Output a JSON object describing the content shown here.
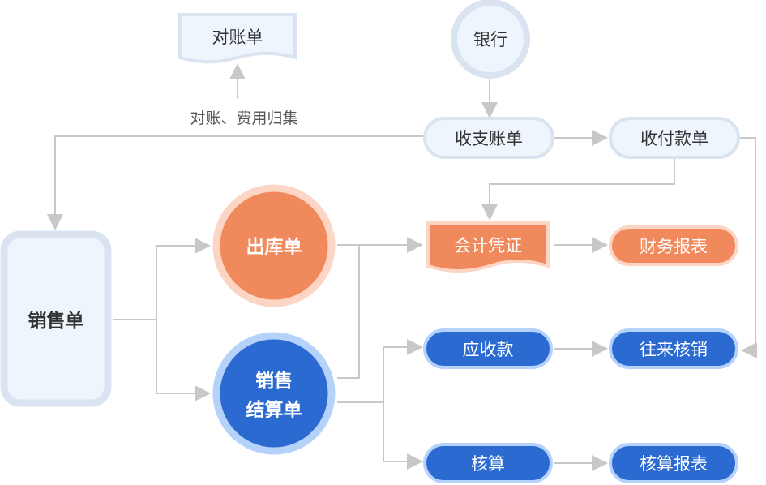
{
  "colors": {
    "light_fill": "#eef5fd",
    "light_border": "#d9e4f0",
    "orange_fill": "#f08a5d",
    "orange_border": "#fcd5c4",
    "blue_fill": "#2b6ad0",
    "blue_border": "#b5d2fb",
    "line": "#c8c8c8",
    "dark_text": "#333333",
    "white_text": "#ffffff",
    "caption_text": "#555555"
  },
  "nodes": {
    "statement": "对账单",
    "bank": "银行",
    "income_expense_bill": "收支账单",
    "receipt_payment_bill": "收付款单",
    "sales_order": "销售单",
    "outbound_order": "出库单",
    "sales_settlement_line1": "销售",
    "sales_settlement_line2": "结算单",
    "accounting_voucher": "会计凭证",
    "financial_report": "财务报表",
    "receivables": "应收款",
    "reconciliation": "往来核销",
    "cost_accounting": "核算",
    "accounting_report": "核算报表"
  },
  "edge_labels": {
    "reconcile_expense": "对账、费用归集"
  }
}
